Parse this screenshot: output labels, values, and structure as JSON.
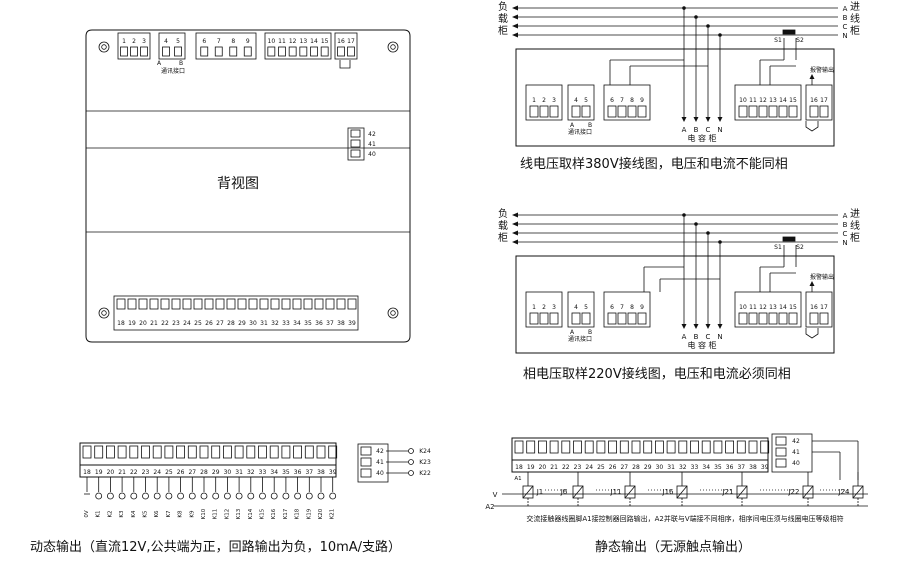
{
  "back_view": {
    "title": "背视图",
    "top_blocks": [
      {
        "labels": [
          "1",
          "2",
          "3"
        ]
      },
      {
        "labels": [
          "4",
          "5"
        ],
        "sub": [
          "A",
          "B"
        ],
        "caption": "通讯接口"
      },
      {
        "labels": [
          "6",
          "7",
          "8",
          "9"
        ]
      },
      {
        "labels": [
          "10",
          "11",
          "12",
          "13",
          "14",
          "15"
        ]
      },
      {
        "labels": [
          "16",
          "17"
        ]
      }
    ],
    "side_terminals": [
      "42",
      "41",
      "40"
    ],
    "bottom_labels": [
      "18",
      "19",
      "20",
      "21",
      "22",
      "23",
      "24",
      "25",
      "26",
      "27",
      "28",
      "29",
      "30",
      "31",
      "32",
      "33",
      "34",
      "35",
      "36",
      "37",
      "38",
      "39"
    ]
  },
  "diagram1": {
    "caption": "线电压取样380V接线图，电压和电流不能同相",
    "load_label": [
      "负",
      "载",
      "柜"
    ],
    "incoming_label": [
      "进",
      "线",
      "柜"
    ],
    "phases": [
      "A",
      "B",
      "C",
      "N"
    ],
    "s1": "S1",
    "s2": "S2",
    "alarm": "报警输出",
    "cap_cabinet": "电 容 柜",
    "comm": "通讯接口",
    "abcn": [
      "A",
      "B",
      "C",
      "N"
    ]
  },
  "diagram2": {
    "caption": "相电压取样220V接线图，电压和电流必须同相",
    "load_label": [
      "负",
      "载",
      "柜"
    ],
    "incoming_label": [
      "进",
      "线",
      "柜"
    ],
    "phases": [
      "A",
      "B",
      "C",
      "N"
    ],
    "s1": "S1",
    "s2": "S2",
    "alarm": "报警输出",
    "cap_cabinet": "电 容 柜",
    "comm": "通讯接口",
    "abcn": [
      "A",
      "B",
      "C",
      "N"
    ]
  },
  "dynamic_output": {
    "caption": "动态输出（直流12V,公共端为正，回路输出为负，10mA/支路）",
    "terminal_labels": [
      "18",
      "19",
      "20",
      "21",
      "22",
      "23",
      "24",
      "25",
      "26",
      "27",
      "28",
      "29",
      "30",
      "31",
      "32",
      "33",
      "34",
      "35",
      "36",
      "37",
      "38",
      "39"
    ],
    "channel_labels": [
      "0V",
      "K1",
      "K2",
      "K3",
      "K4",
      "K5",
      "K6",
      "K7",
      "K8",
      "K9",
      "K10",
      "K11",
      "K12",
      "K13",
      "K14",
      "K15",
      "K16",
      "K17",
      "K18",
      "K19",
      "K20",
      "K21"
    ],
    "side_terminals": [
      "42",
      "41",
      "40"
    ],
    "side_outputs": [
      "K24",
      "K23",
      "K22"
    ]
  },
  "static_output": {
    "caption": "静态输出（无源触点输出）",
    "terminal_labels": [
      "18",
      "19",
      "20",
      "21",
      "22",
      "23",
      "24",
      "25",
      "26",
      "27",
      "28",
      "29",
      "30",
      "31",
      "32",
      "33",
      "34",
      "35",
      "36",
      "37",
      "38",
      "39"
    ],
    "side_terminals": [
      "42",
      "41",
      "40"
    ],
    "relays": [
      "J1",
      "J6",
      "J11",
      "J16",
      "J21",
      "J22",
      "J24"
    ],
    "v_label": "V",
    "a1_label": "A1",
    "a2_label": "A2",
    "note": "交流接触器线圈脚A1接控制器回路输出，A2并联与V端接不同相序，相序间电压须与线圈电压等级相符"
  }
}
